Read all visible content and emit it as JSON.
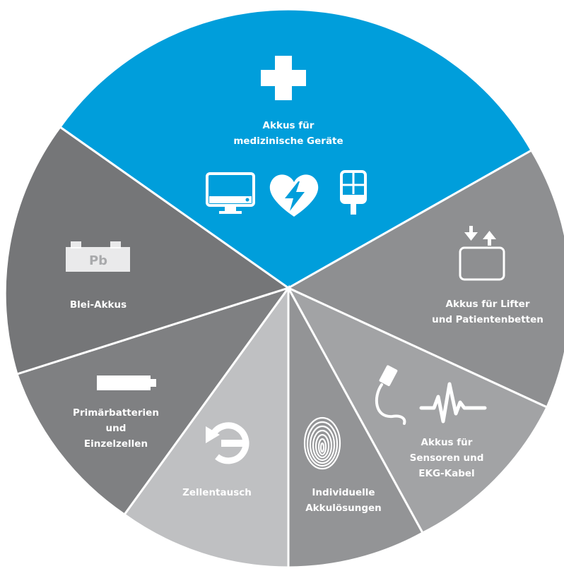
{
  "segments": [
    {
      "id": "medizinische-geraete",
      "lines": [
        "Akkus für",
        "medizinische Geräte"
      ],
      "color": "#009edb",
      "icons": [
        "medical-cross-icon",
        "monitor-icon",
        "defibrillator-heart-icon",
        "infusion-pump-icon"
      ]
    },
    {
      "id": "lifter-patientenbetten",
      "lines": [
        "Akkus für Lifter",
        "und Patientenbetten"
      ],
      "color": "#8e8f91",
      "icons": [
        "lift-arrows-icon"
      ]
    },
    {
      "id": "sensoren-ekg",
      "lines": [
        "Akkus für",
        "Sensoren und",
        "EKG-Kabel"
      ],
      "color": "#a2a3a5",
      "icons": [
        "sensor-cable-icon",
        "ekg-wave-icon"
      ]
    },
    {
      "id": "individuelle-akkuloesungen",
      "lines": [
        "Individuelle",
        "Akkulösungen"
      ],
      "color": "#939496",
      "icons": [
        "fingerprint-icon"
      ]
    },
    {
      "id": "zellentausch",
      "lines": [
        "Zellentausch"
      ],
      "color": "#bfc0c2",
      "icons": [
        "cell-exchange-icon"
      ]
    },
    {
      "id": "primaerbatterien",
      "lines": [
        "Primärbatterien",
        "und",
        "Einzelzellen"
      ],
      "color": "#7f8082",
      "icons": [
        "battery-icon"
      ]
    },
    {
      "id": "blei-akkus",
      "lines": [
        "Blei-Akkus"
      ],
      "color": "#757678",
      "icons": [
        "lead-battery-icon"
      ]
    }
  ],
  "lead_battery_text": "Pb"
}
